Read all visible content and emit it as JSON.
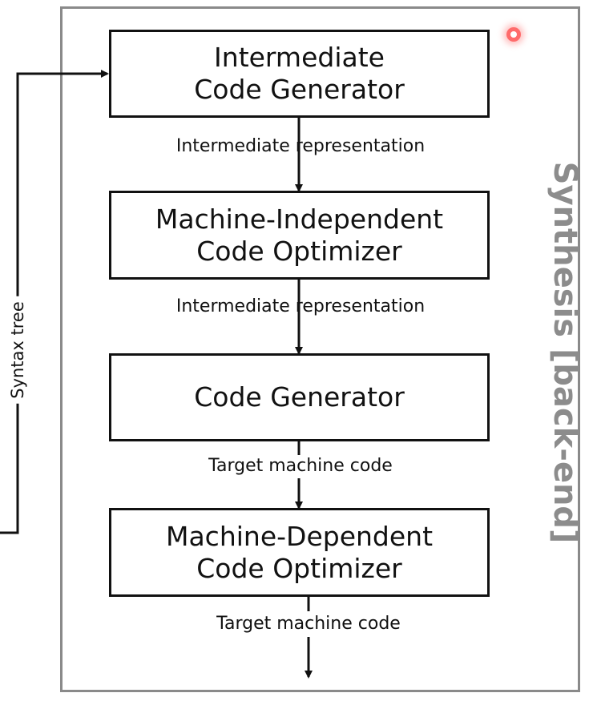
{
  "side_title": "Synthesis [back-end]",
  "input_label": "Syntax tree",
  "boxes": [
    {
      "line1": "Intermediate",
      "line2": "Code Generator"
    },
    {
      "line1": "Machine-Independent",
      "line2": "Code Optimizer"
    },
    {
      "line1": "Code Generator",
      "line2": ""
    },
    {
      "line1": "Machine-Dependent",
      "line2": "Code Optimizer"
    }
  ],
  "edge_labels": [
    "Intermediate representation",
    "Intermediate representation",
    "Target machine code",
    "Target machine code"
  ],
  "colors": {
    "panel_border": "#8a8a8a",
    "side_title": "#8c8c8c",
    "box_border": "#111111",
    "recording_indicator": "#ff6b6b"
  }
}
